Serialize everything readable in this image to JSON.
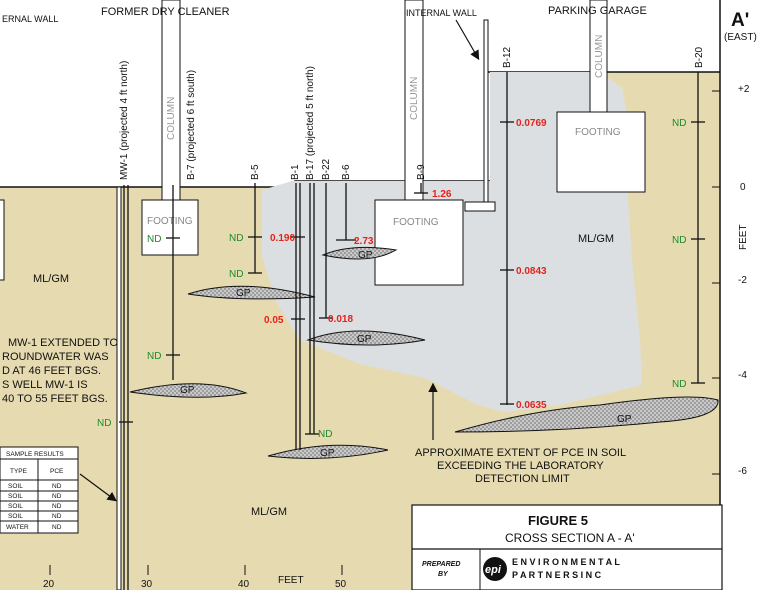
{
  "header": {
    "left_wall": "ERNAL WALL",
    "former_dry_cleaner": "FORMER DRY CLEANER",
    "internal_wall": "INTERNAL WALL",
    "parking_garage": "PARKING GARAGE",
    "a_prime": "A'",
    "east": "(EAST)"
  },
  "columns": {
    "label": "COLUMN"
  },
  "footing_label": "FOOTING",
  "soil_labels": {
    "mlgm": "ML/GM",
    "gp": "GP"
  },
  "borings": [
    {
      "id": "MW-1 (projected 4 ft north)"
    },
    {
      "id": "B-7 (projected 6 ft south)"
    },
    {
      "id": "B-5"
    },
    {
      "id": "B-1"
    },
    {
      "id": "B-17 (projected  5 ft north)"
    },
    {
      "id": "B-22"
    },
    {
      "id": "B-6"
    },
    {
      "id": "B-9"
    },
    {
      "id": "B-12"
    },
    {
      "id": "B-20"
    }
  ],
  "pce_values": [
    "0.0769",
    "1.26",
    "0.190",
    "2.73",
    "0.0843",
    "0.05",
    "0.018",
    "0.0635"
  ],
  "nd_label": "ND",
  "left_note": [
    "MW-1 EXTENDED TO",
    "ROUNDWATER WAS",
    "D AT 46 FEET BGS.",
    "S WELL MW-1 IS",
    "40 TO 55 FEET BGS."
  ],
  "sample_table": {
    "title": "SAMPLE RESULTS",
    "headers": [
      "TYPE",
      "PCE"
    ],
    "rows": [
      [
        "SOIL",
        "ND"
      ],
      [
        "SOIL",
        "ND"
      ],
      [
        "SOIL",
        "ND"
      ],
      [
        "SOIL",
        "ND"
      ],
      [
        "WATER",
        "ND"
      ]
    ]
  },
  "annotation": [
    "APPROXIMATE EXTENT OF PCE IN SOIL",
    "EXCEEDING THE LABORATORY",
    "DETECTION LIMIT"
  ],
  "elevation_axis": {
    "label": "FEET",
    "ticks": [
      "+2",
      "0",
      "-2",
      "-4",
      "-6"
    ]
  },
  "distance_axis": {
    "label": "FEET",
    "ticks": [
      "20",
      "30",
      "40",
      "50"
    ]
  },
  "title_block": {
    "figure": "FIGURE 5",
    "subtitle": "CROSS SECTION A - A'",
    "prepared_by": [
      "PREPARED",
      "BY"
    ],
    "logo_mark": "epi",
    "company_line1": "E N V I R O N M E N T A L",
    "company_line2": "P A R T N E R S   I N C"
  },
  "colors": {
    "soil": "#e6dbb0",
    "plume": "#dcdfe2",
    "nd": "#1d8a2a",
    "value": "#e2231a"
  }
}
